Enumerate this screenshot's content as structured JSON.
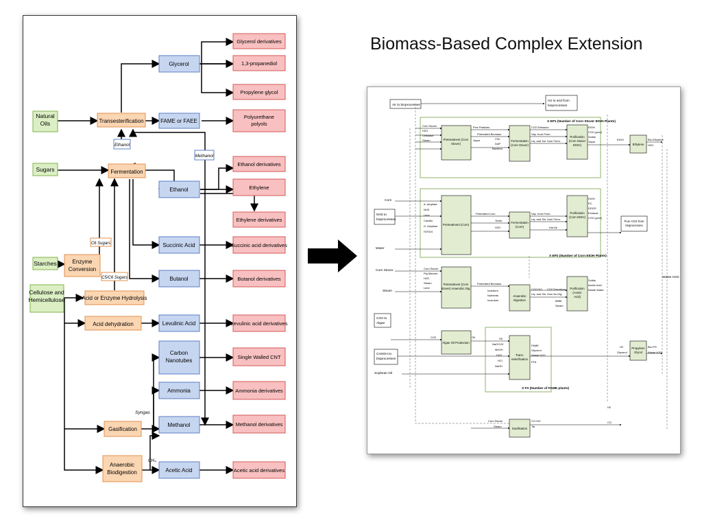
{
  "title": "Biomass-Based Complex Extension",
  "left_diagram": {
    "feedstocks": [
      "Natural Oils",
      "Sugars",
      "Starches",
      "Cellulose and Hemicellulose"
    ],
    "processes": [
      "Transesterification",
      "Fermentation",
      "Enzyme Conversion",
      "Acid or Enzyme Hydrolysis",
      "Acid dehydration",
      "Gasification",
      "Anaerobic Biodigestion"
    ],
    "intermediates": [
      "Glycerol",
      "FAME or FAEE",
      "Ethanol",
      "Succinic Acid",
      "Butanol",
      "Levulinic Acid",
      "Carbon Nanotubes",
      "Ammonia",
      "Methanol",
      "Acetic Acid"
    ],
    "products": [
      "Glycerol derivatives",
      "1,3-propanediol",
      "Propylene glycol",
      "Polyurethane polyols",
      "Ethanol derivatives",
      "Ethylene",
      "Ethylene derivatives",
      "Succinic acid derivatives",
      "Butanol derivatives",
      "Levulinic acid derivatives",
      "Single Walled CNT",
      "Ammonia derivatives",
      "Methanol derivatives",
      "Acetic acid derivatives"
    ],
    "labels": {
      "ethanol": "Ethanol",
      "methanol": "Methanol",
      "c6": "C6 Sugars",
      "c5c6": "C5/C6 Sugars",
      "syngas": "Syngas",
      "ch4": "CH₄"
    }
  },
  "right_diagram": {
    "labels": {
      "air": "Air to bioprocesses",
      "h2": "H2 to and from bioprocesses",
      "ep1": "X EP1 (Number of Corn Stover EtOH Plants)",
      "ep2": "X EP2 (Number of Corn EtOH Plants)",
      "fa": "X FA (Number of FAME plants)",
      "waste_h2o": "Waste H2O",
      "pure_co2": "Pure CO2 from bioprocesses",
      "nh3": "NH3 to bioprocesses",
      "co2_algae": "CO2 to Algae",
      "ch3oh": "CH3OH to bioprocesses",
      "soybean": "Soybean Oil",
      "corn": "Corn",
      "water": "Water",
      "corn_stover": "Corn Stover",
      "steam": "Steam",
      "co2": "CO2",
      "oil": "Oil",
      "h2_out": "H2",
      "co": "CO"
    },
    "units": [
      "Pretreatment (Corn Stover)",
      "Fermentation (Corn Stover)",
      "Purification (Corn Stover EtOH)",
      "Ethylene",
      "Pretreatment (Corn)",
      "Fermentation (Corn)",
      "Purification (Corn EtOH)",
      "Pretreatment (Corn Stover) Anaerobic Dig.",
      "Anaerobic Digestion",
      "Purification (Acetic Acid)",
      "Algae Oil Production",
      "Trans-esterification",
      "Propylene Glycol",
      "Gasification"
    ],
    "streams": {
      "ep1_in": [
        "Corn Stover",
        "H2O",
        "Cellulase",
        "Steam"
      ],
      "ep1_mid": [
        "Fine Particles",
        "Pretreated Biomass",
        "CSL",
        "DAP",
        "Bacteria",
        "Vapor"
      ],
      "ep1_out": [
        "CO2 Emission",
        "Vap. from Ferm.",
        "Liq. and Sol. from Ferm."
      ],
      "ep1_prod": [
        "EtOH",
        "CO2 (pure)",
        "Solids",
        "Vapor"
      ],
      "ethylene_io": [
        "EtOH",
        "Bio-Ethylene",
        "H2O"
      ],
      "ep2_in": [
        "A. amylase",
        "NH3",
        "Lime",
        "Caustic",
        "G. Amylase",
        "H2SO4"
      ],
      "ep2_mid": [
        "Pretreated Corn",
        "Yeast",
        "H2O"
      ],
      "ep2_out": [
        "Vap. from Ferm.",
        "Liq. and Sol. from Ferm.",
        "Hot Air"
      ],
      "ep2_prod": [
        "EtOH",
        "PC",
        "DDGS",
        "Exhaust",
        "CO2 (pure)"
      ],
      "ad_in": [
        "Corn Stover",
        "Pig Manure",
        "H2O",
        "Steam",
        "Lime"
      ],
      "ad_mid": [
        "Pretreated Biomass",
        "Iodoform",
        "Nutrients",
        "Inoculum"
      ],
      "ad_out": [
        "CO2+H2",
        "Liq. and Sol. from An.Dig.",
        "CO2 Emission",
        "MIBK",
        "Steam"
      ],
      "ad_prod": [
        "Solids",
        "Acetic Acid",
        "Waste Water"
      ],
      "fa_in": [
        "NaOCH3",
        "MeOH",
        "H2O",
        "HCl",
        "NaOH"
      ],
      "fa_out": [
        "FAME",
        "Glycerol",
        "Waste H2O",
        "FFA"
      ],
      "pg_io": [
        "Glycerol",
        "Bio-PG",
        "Waste H2O"
      ],
      "gas_io": [
        "Corn Stover",
        "Steam",
        "CO+H2",
        "Tar"
      ]
    }
  }
}
